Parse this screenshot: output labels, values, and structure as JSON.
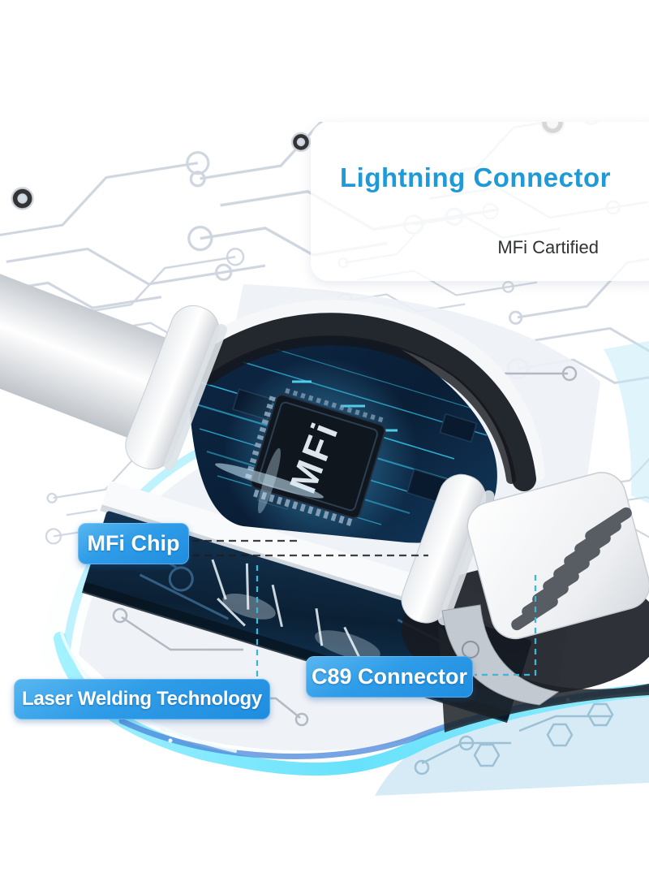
{
  "callout_card": {
    "title": "Lightning Connector",
    "subtitle": "MFi Cartified"
  },
  "part_labels": {
    "mfi_chip": "MFi Chip",
    "laser_welding": "Laser Welding Technology",
    "c89_connector": "C89 Connector"
  },
  "chip_marking": "MFi",
  "colors": {
    "title_blue": "#1f9ad8",
    "label_pill_blue_start": "#58b7f0",
    "label_pill_blue_end": "#1f8ddf",
    "glow_cyan": "#7ceafd",
    "glow_under_blue": "#4a86d8",
    "pcb_navy": "#0d2846",
    "trace_cyan": "#35d2f2",
    "leader_dark": "#1f1f1f",
    "leader_cyan": "#3fb6d6"
  }
}
